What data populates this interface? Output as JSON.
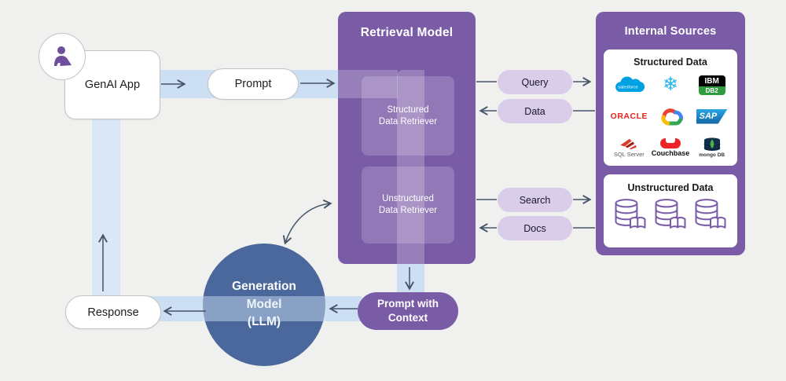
{
  "colors": {
    "purple": "#7a5ba6",
    "lavender_pill": "#d9cde9",
    "generation_blue": "#4a689b",
    "flow_band_blue": "#cde0f3",
    "arrow": "#44546a",
    "background": "#f0f0ee"
  },
  "genai_app": {
    "label": "GenAI App"
  },
  "pills": {
    "prompt": "Prompt",
    "response": "Response"
  },
  "retrieval_model": {
    "title": "Retrieval Model",
    "structured": {
      "line1": "Structured",
      "line2": "Data Retriever"
    },
    "unstructured": {
      "line1": "Unstructured",
      "line2": "Data Retriever"
    }
  },
  "channels": {
    "query": "Query",
    "data": "Data",
    "search": "Search",
    "docs": "Docs"
  },
  "internal_sources": {
    "title": "Internal Sources",
    "structured_card": {
      "title": "Structured Data",
      "logos": [
        {
          "name": "Salesforce",
          "text": "salesforce"
        },
        {
          "name": "Snowflake",
          "glyph": "❄"
        },
        {
          "name": "IBM DB2",
          "text_top": "IBM",
          "text_bottom": "DB2"
        },
        {
          "name": "Oracle",
          "text": "ORACLE"
        },
        {
          "name": "Google Cloud"
        },
        {
          "name": "SAP",
          "text": "SAP"
        },
        {
          "name": "SQL Server",
          "text": "SQL Server"
        },
        {
          "name": "Couchbase",
          "text": "Couchbase"
        },
        {
          "name": "MongoDB",
          "text": "mongo DB"
        }
      ]
    },
    "unstructured_card": {
      "title": "Unstructured Data"
    }
  },
  "generation_model": {
    "line1": "Generation",
    "line2": "Model",
    "line3": "(LLM)"
  },
  "prompt_with_context": {
    "line1": "Prompt with",
    "line2": "Context"
  }
}
